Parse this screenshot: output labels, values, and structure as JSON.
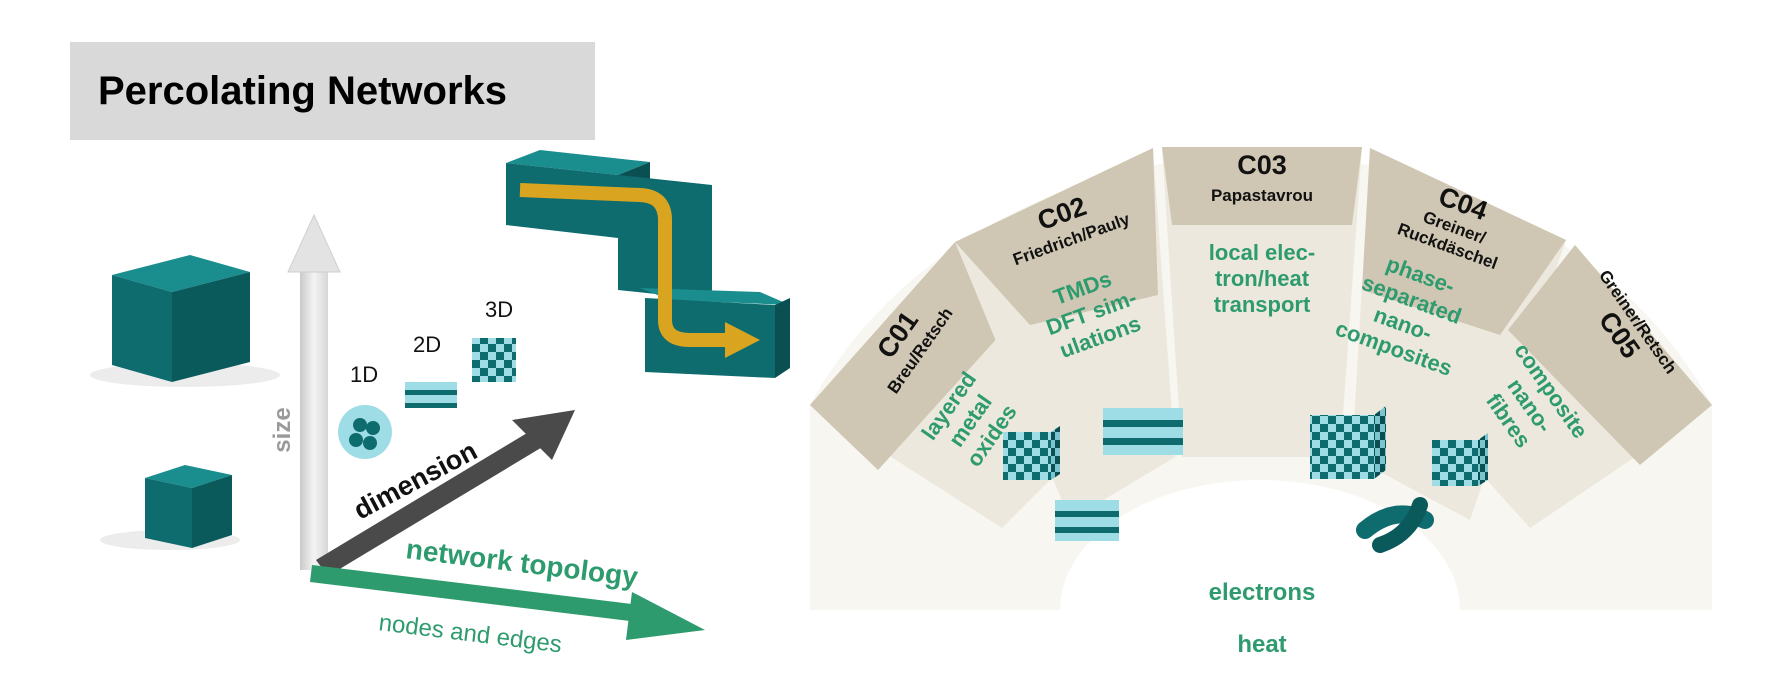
{
  "title": "Percolating Networks",
  "axes": {
    "size": "size",
    "dimension": "dimension",
    "topology": "network topology",
    "topology_sub": "nodes and edges"
  },
  "dimension_labels": [
    "1D",
    "2D",
    "3D"
  ],
  "projects": [
    {
      "code": "C01",
      "pi": "Breu/Retsch",
      "topic": [
        "layered",
        "metal",
        "oxides"
      ]
    },
    {
      "code": "C02",
      "pi": "Friedrich/Pauly",
      "topic": [
        "TMDs",
        "DFT sim-",
        "ulations"
      ]
    },
    {
      "code": "C03",
      "pi": "Papastavrou",
      "topic": [
        "local elec-",
        "tron/heat",
        "transport"
      ]
    },
    {
      "code": "C04",
      "pi_lines": [
        "Greiner/",
        "Ruckdäschel"
      ],
      "topic": [
        "phase-",
        "separated",
        "nano-",
        "composites"
      ]
    },
    {
      "code": "C05",
      "pi": "Greiner/Retsch",
      "topic": [
        "composite",
        "nano-",
        "fibres"
      ]
    }
  ],
  "carriers": [
    "electrons",
    "heat"
  ],
  "colors": {
    "teal": "#0e6b6e",
    "teal_dark": "#0a5052",
    "teal_light": "#9fdde6",
    "green_text": "#2e9b6e",
    "tan": "#cfc7b3",
    "tan_inner": "#ece8dd",
    "orange_arrow": "#d9a520",
    "title_bg": "#d9d9d9"
  }
}
